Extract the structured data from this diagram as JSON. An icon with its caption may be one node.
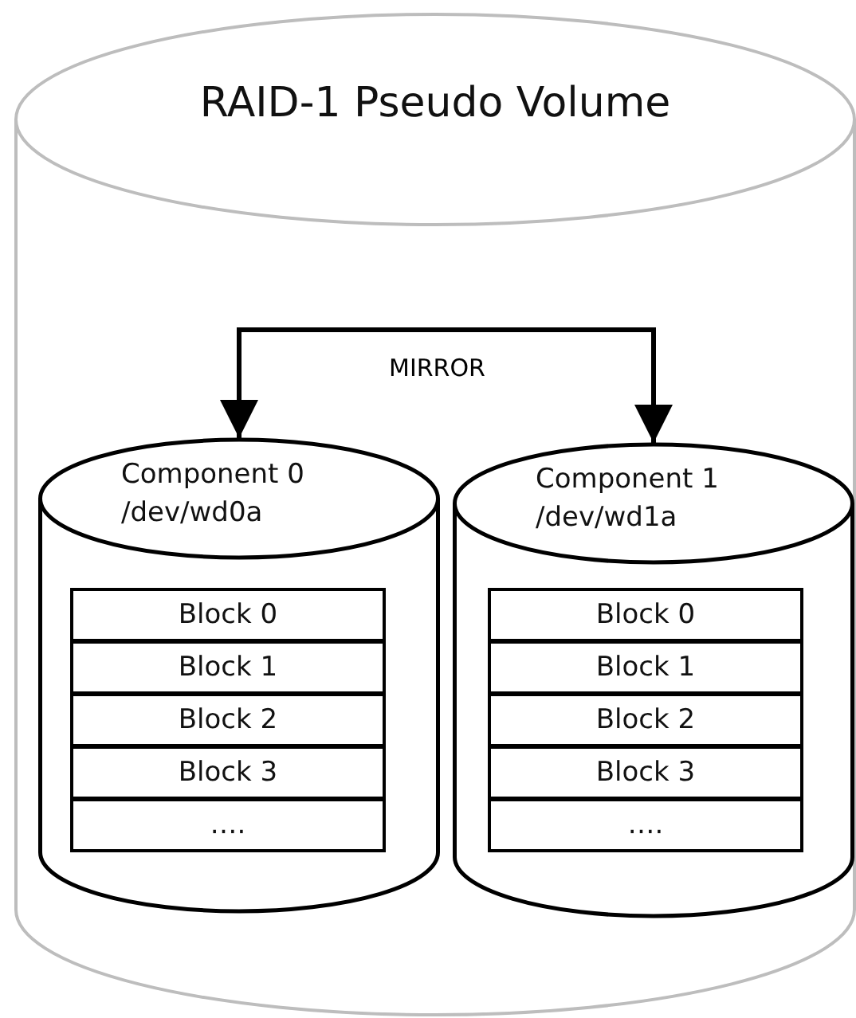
{
  "diagram": {
    "nodes": [
      {
        "text": [
          "RAID-1 Pseudo Volume"
        ]
      },
      {
        "text": [
          "Component 0 /dev/wd0a"
        ],
        "in": 0
      },
      {
        "text": [
          "Block 0"
        ],
        "in": 1
      },
      {
        "text": [
          "Block 1"
        ],
        "in": 1
      },
      {
        "text": [
          "Block 2"
        ],
        "in": 1
      },
      {
        "text": [
          "Block 3"
        ],
        "in": 1
      },
      {
        "text": [
          "…."
        ],
        "in": 1
      },
      {
        "text": [
          "Component 1 /dev/wd1a"
        ],
        "in": 0
      },
      {
        "text": [
          "Block 0"
        ],
        "in": 7
      },
      {
        "text": [
          "Block 1"
        ],
        "in": 7
      },
      {
        "text": [
          "Block 2"
        ],
        "in": 7
      },
      {
        "text": [
          "Block 3"
        ],
        "in": 7
      },
      {
        "text": [
          "…."
        ],
        "in": 7
      }
    ],
    "edges": [
      {
        "from": 1,
        "to": 7,
        "arrow": "both",
        "label": "MIRROR"
      }
    ]
  }
}
